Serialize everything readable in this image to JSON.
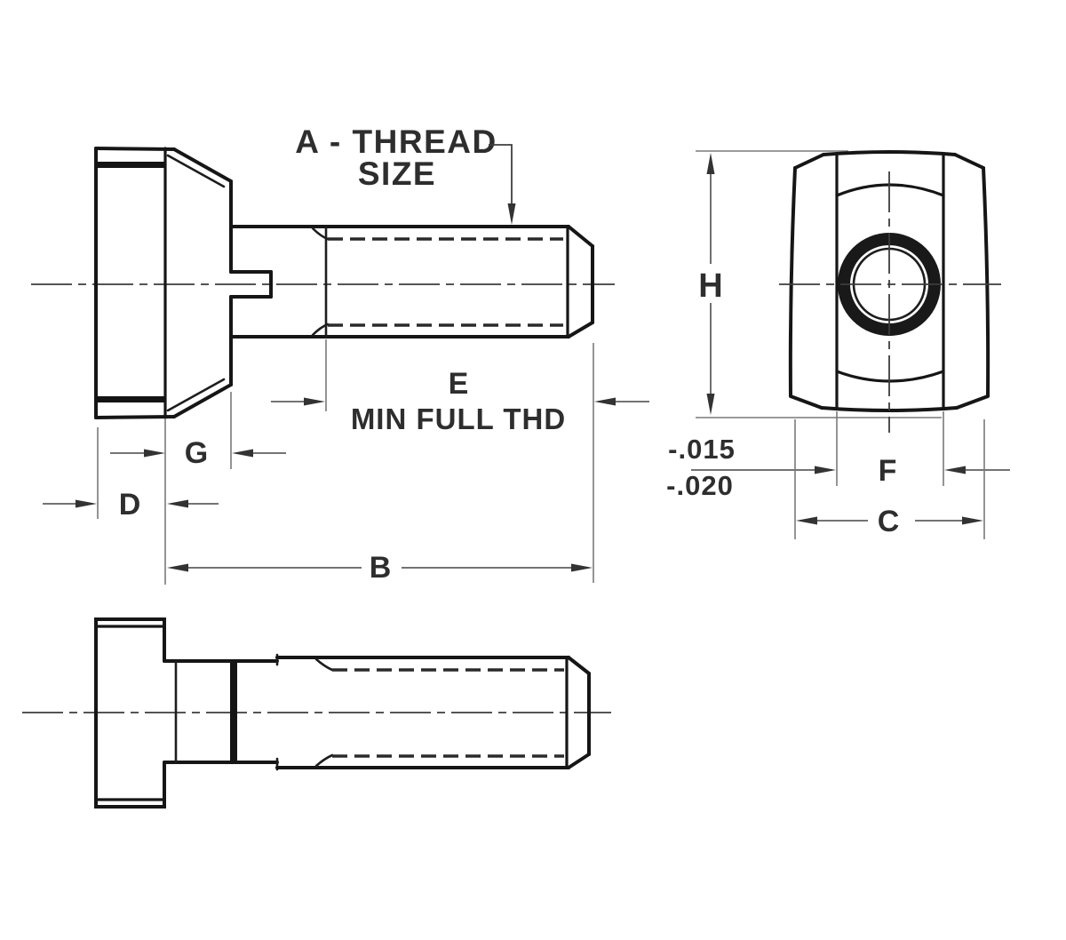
{
  "drawing": {
    "thread_callout": {
      "line1": "A - THREAD",
      "line2": "SIZE"
    },
    "min_full_thread": {
      "letter": "E",
      "note": "MIN FULL THD"
    },
    "dimensions": {
      "overall_length": "B",
      "head_flat": "D",
      "head_chamfer": "G",
      "head_height": "H",
      "neck_width": "F",
      "head_width": "C"
    },
    "tolerance": {
      "upper": "-.015",
      "lower": "-.020"
    },
    "colors": {
      "background": "#ffffff",
      "outline": "#161616",
      "dimension_lines": "#5f5f5f",
      "text": "#2e2e2e"
    }
  }
}
